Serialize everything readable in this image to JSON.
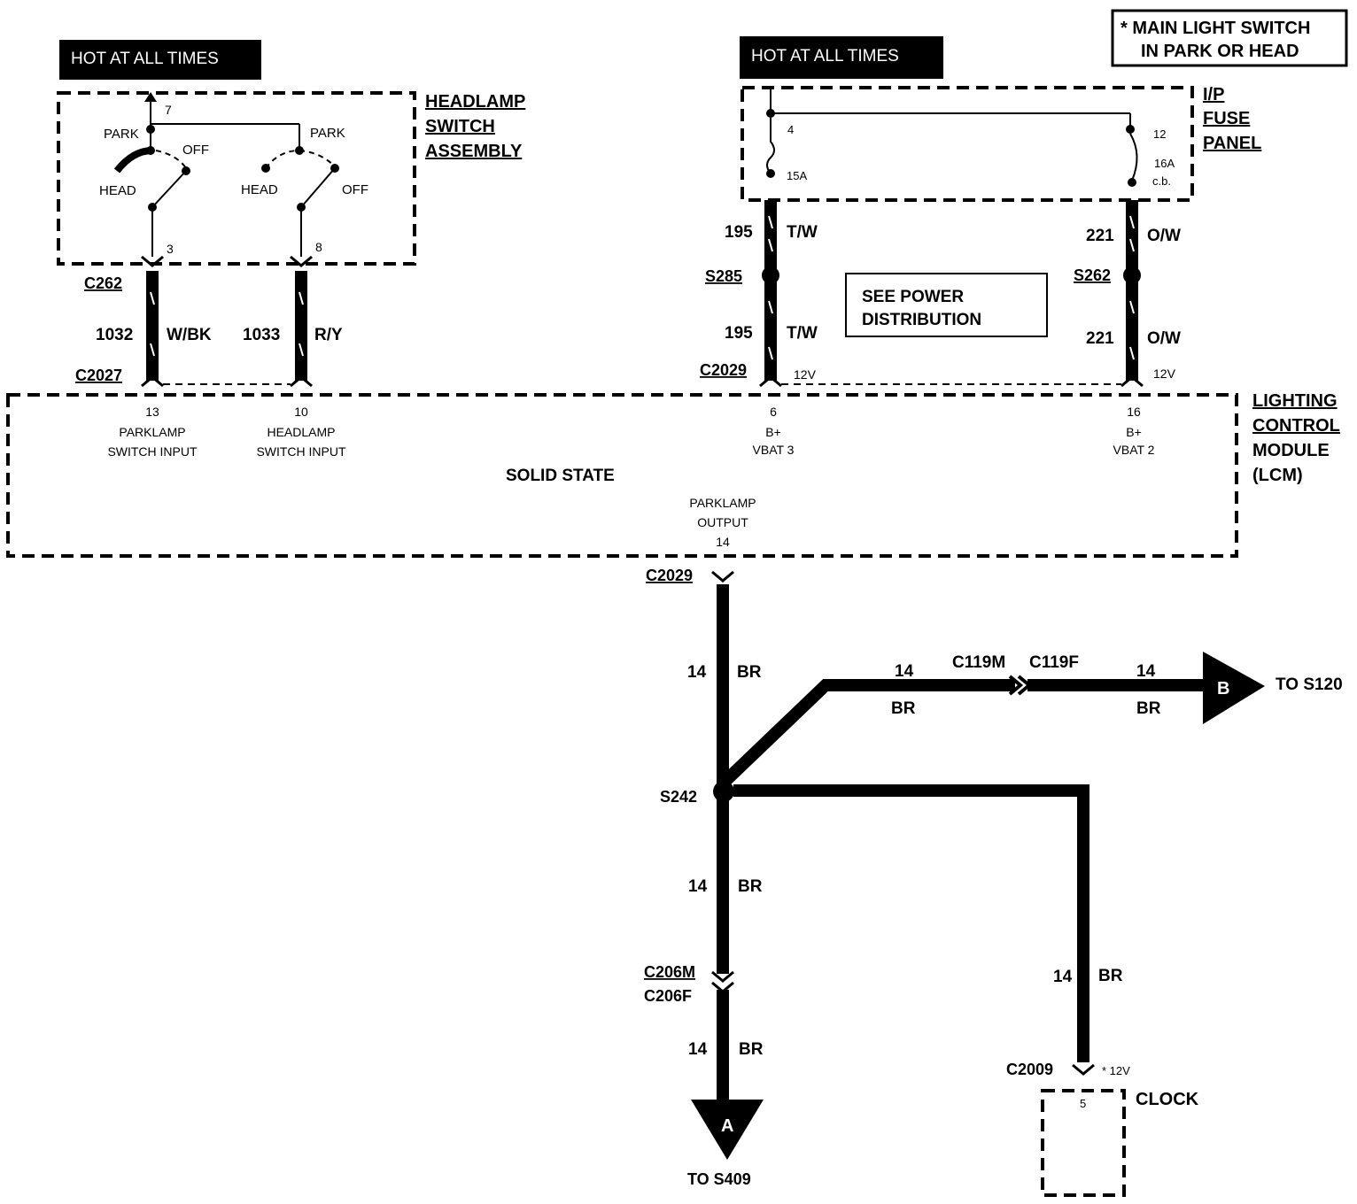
{
  "hot_boxes": [
    "HOT AT ALL TIMES",
    "HOT AT ALL TIMES"
  ],
  "note": {
    "line1": "* MAIN LIGHT  SWITCH",
    "line2": "IN  PARK OR HEAD"
  },
  "headlamp_switch": {
    "title": [
      "HEADLAMP",
      "SWITCH",
      "ASSEMBLY"
    ],
    "pin_top": "7",
    "left": {
      "park": "PARK",
      "off": "OFF",
      "head": "HEAD",
      "pin": "3"
    },
    "right": {
      "park": "PARK",
      "head": "HEAD",
      "off": "OFF",
      "pin": "8"
    }
  },
  "fuse_panel": {
    "title": [
      "I/P",
      "FUSE",
      "PANEL"
    ],
    "fuse_a": {
      "pin": "4",
      "rating": "15A"
    },
    "fuse_b": {
      "pin": "12",
      "rating": "16A",
      "type": "c.b."
    }
  },
  "power_note": [
    "SEE POWER",
    "DISTRIBUTION"
  ],
  "wires": {
    "w1032": {
      "circuit": "1032",
      "color": "W/BK"
    },
    "w1033": {
      "circuit": "1033",
      "color": "R/Y"
    },
    "w195_top": {
      "circuit": "195",
      "color": "T/W"
    },
    "w195_bot": {
      "circuit": "195",
      "color": "T/W"
    },
    "w221_top": {
      "circuit": "221",
      "color": "O/W"
    },
    "w221_bot": {
      "circuit": "221",
      "color": "O/W"
    },
    "w14_trunk": {
      "circuit": "14",
      "color": "BR"
    },
    "w14_left": {
      "circuit": "14",
      "color": "BR"
    },
    "w14_right": {
      "circuit": "14",
      "color": "BR"
    },
    "w14_down1": {
      "circuit": "14",
      "color": "BR"
    },
    "w14_down2": {
      "circuit": "14",
      "color": "BR"
    },
    "w14_clock": {
      "circuit": "14",
      "color": "BR"
    }
  },
  "connectors": {
    "c262": "C262",
    "c2027": "C2027",
    "c2029_top": "C2029",
    "c2029_out": "C2029",
    "c119m": "C119M",
    "c119f": "C119F",
    "c206m": "C206M",
    "c206f": "C206F",
    "c2009": "C2009"
  },
  "splices": {
    "s285": "S285",
    "s262": "S262",
    "s242": "S242"
  },
  "voltages": {
    "v195": "12V",
    "v221": "12V",
    "clock": "* 12V"
  },
  "lcm": {
    "title": [
      "LIGHTING",
      "CONTROL",
      "MODULE",
      "(LCM)"
    ],
    "solid_state": "SOLID STATE",
    "pins": [
      {
        "pin": "13",
        "line1": "PARKLAMP",
        "line2": "SWITCH INPUT"
      },
      {
        "pin": "10",
        "line1": "HEADLAMP",
        "line2": "SWITCH INPUT"
      },
      {
        "pin": "6",
        "line1": "B+",
        "line2": "VBAT 3"
      },
      {
        "pin": "16",
        "line1": "B+",
        "line2": "VBAT 2"
      }
    ],
    "output": {
      "line1": "PARKLAMP",
      "line2": "OUTPUT",
      "pin": "14"
    }
  },
  "destinations": {
    "b": {
      "letter": "B",
      "label": "TO S120"
    },
    "a": {
      "letter": "A",
      "label": "TO S409"
    }
  },
  "clock": {
    "label": "CLOCK",
    "pin": "5"
  }
}
